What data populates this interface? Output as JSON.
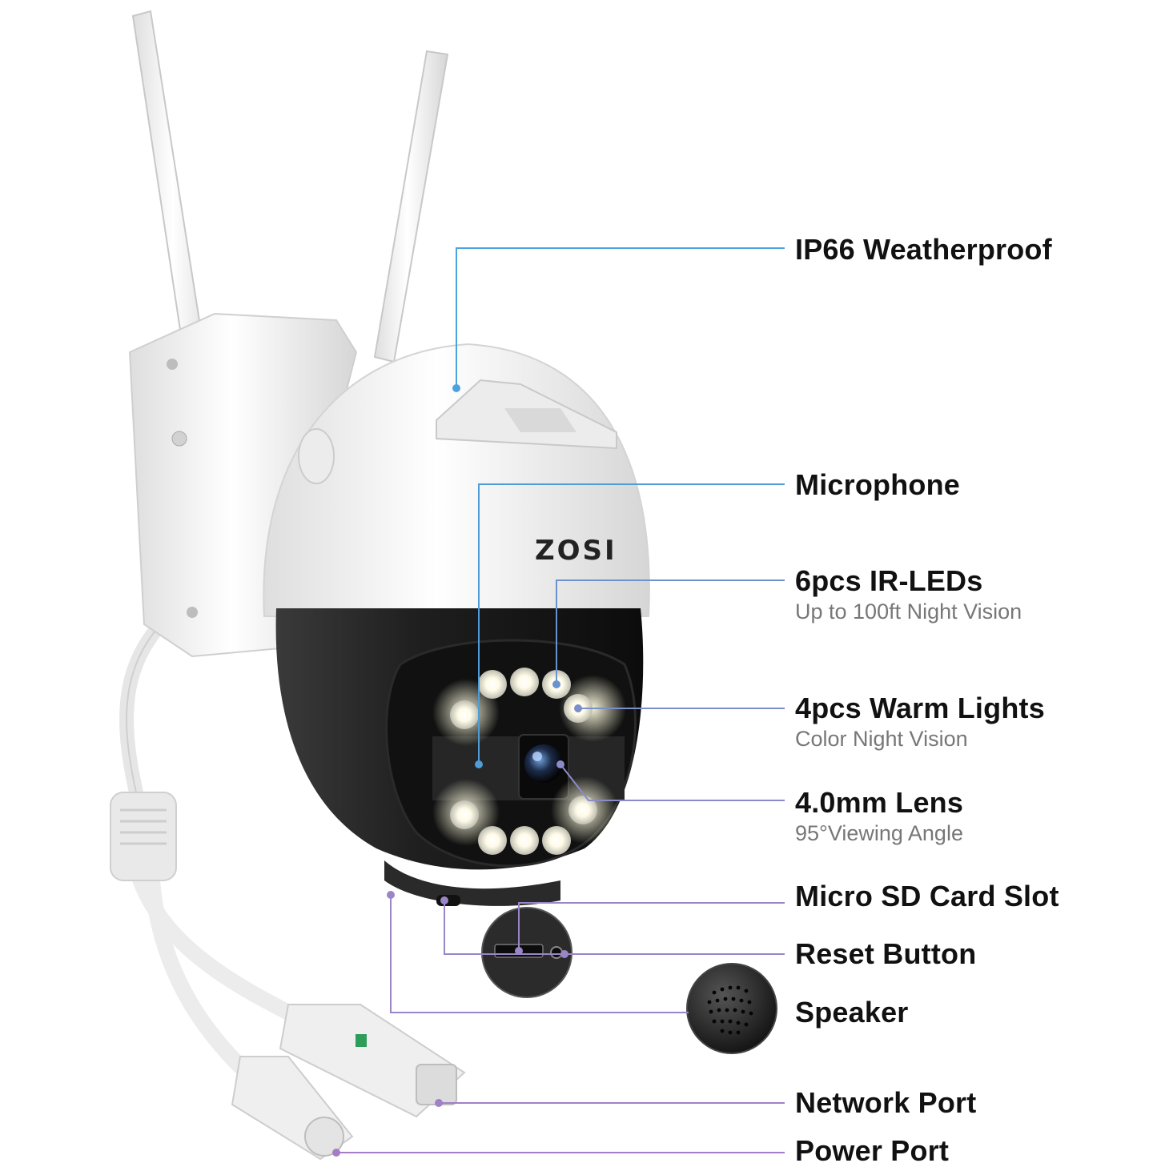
{
  "brand": {
    "logo": "ZOSI"
  },
  "features": [
    {
      "id": "ip66",
      "title": "IP66 Weatherproof",
      "subtitle": ""
    },
    {
      "id": "microphone",
      "title": "Microphone",
      "subtitle": ""
    },
    {
      "id": "ir-leds",
      "title": "6pcs IR-LEDs",
      "subtitle": "Up to 100ft Night Vision"
    },
    {
      "id": "warm-lights",
      "title": "4pcs Warm Lights",
      "subtitle": "Color Night Vision"
    },
    {
      "id": "lens",
      "title": "4.0mm Lens",
      "subtitle": "95°Viewing Angle"
    },
    {
      "id": "sd-slot",
      "title": "Micro SD Card Slot",
      "subtitle": ""
    },
    {
      "id": "reset",
      "title": "Reset Button",
      "subtitle": ""
    },
    {
      "id": "speaker",
      "title": "Speaker",
      "subtitle": ""
    },
    {
      "id": "network",
      "title": "Network Port",
      "subtitle": ""
    },
    {
      "id": "power",
      "title": "Power Port",
      "subtitle": ""
    }
  ],
  "colors": {
    "leader_blue": "#4aa3df",
    "leader_purple": "#9a86c6",
    "housing_white": "#f2f2f2",
    "housing_black": "#1c1c1c"
  }
}
